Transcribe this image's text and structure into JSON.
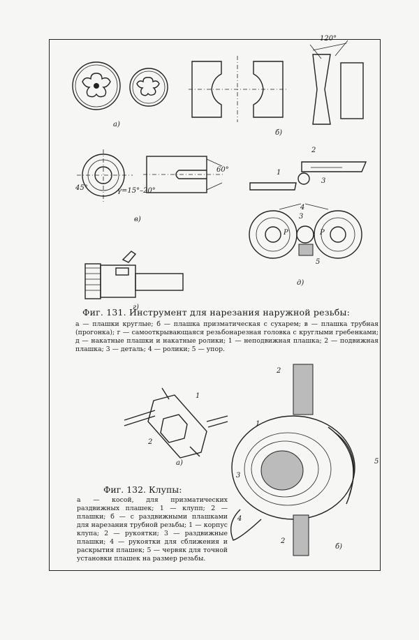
{
  "fig131": {
    "title": "Фиг. 131. Инструмент для нарезания наружной резьбы:",
    "description": "а — плашки круглые; б — плашка призматическая с сухарем; в — плашка трубная (прогонка); г — самооткрывающаяся резьбонарезная головка с круглыми гребенками; д — накатные плашки и накатные ролики; 1 — неподвижная плашка; 2 — подвижная плашка; 3 — деталь; 4 — ролики; 5 — упор.",
    "sub_labels": {
      "a": "а)",
      "b": "б)",
      "v": "в)",
      "g": "г)",
      "d": "д)"
    },
    "annotations": {
      "angle_120": "120°",
      "angle_60": "60°",
      "angle_45": "45°",
      "angle_gamma": "γ=15°–20°",
      "n1": "1",
      "n2": "2",
      "n3": "3",
      "n4": "4",
      "n5": "5",
      "p_left": "P",
      "p_right": "P"
    }
  },
  "fig132": {
    "title": "Фиг. 132. Клупы:",
    "description": "а — косой, для призматических раздвижных плашек; 1 — клупп; 2 — плашки; б — с раздвижными плашками для нарезания трубной резьбы; 1 — корпус клупа; 2 — рукоятки; 3 — раздвижные плашки; 4 — рукоятки для сближения и раскрытия плашек; 5 — червяк для точной установки плашек на размер резьбы.",
    "sub_labels": {
      "a": "а)",
      "b": "б)"
    },
    "annotations": {
      "a1": "1",
      "a2": "2",
      "b1": "1",
      "b2_top": "2",
      "b2_bottom": "2",
      "b3": "3",
      "b4": "4",
      "b5": "5"
    }
  }
}
